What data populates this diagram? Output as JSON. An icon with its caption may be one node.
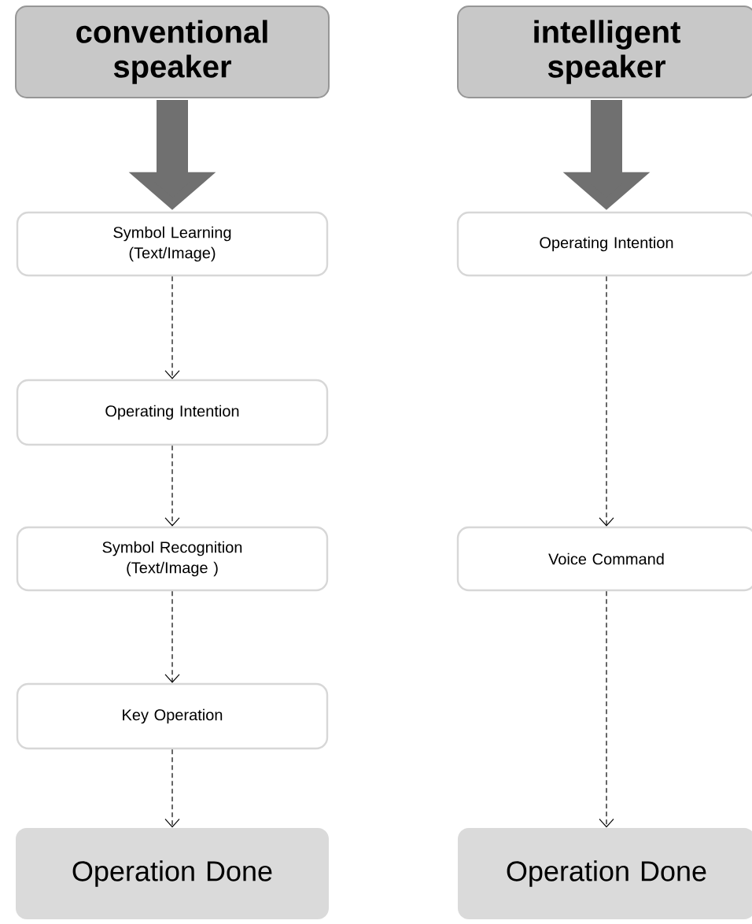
{
  "diagram": {
    "nodes": [
      {
        "text": [
          "conventional speaker"
        ]
      },
      {
        "text": [
          "Symbol Learning (Text/Image)"
        ]
      },
      {
        "text": [
          "Operating Intention"
        ]
      },
      {
        "text": [
          "Symbol Recognition (Text/Image )"
        ]
      },
      {
        "text": [
          "Key Operation"
        ]
      },
      {
        "text": [
          "Operation Done"
        ]
      },
      {
        "text": [
          "intelligent speaker"
        ]
      },
      {
        "text": [
          "Operating Intention"
        ]
      },
      {
        "text": [
          "Voice Command"
        ]
      },
      {
        "text": [
          "Operation Done"
        ]
      }
    ],
    "edges": [
      {
        "from": 0,
        "to": 1,
        "arrow": "to",
        "style": "thick",
        "color": "#707070"
      },
      {
        "from": 1,
        "to": 2,
        "arrow": "to",
        "style": "dashed"
      },
      {
        "from": 2,
        "to": 3,
        "arrow": "to",
        "style": "dashed"
      },
      {
        "from": 3,
        "to": 4,
        "arrow": "to",
        "style": "dashed"
      },
      {
        "from": 4,
        "to": 5,
        "arrow": "to",
        "style": "dashed"
      },
      {
        "from": 6,
        "to": 7,
        "arrow": "to",
        "style": "thick",
        "color": "#707070"
      },
      {
        "from": 7,
        "to": 8,
        "arrow": "to",
        "style": "dashed"
      },
      {
        "from": 8,
        "to": 9,
        "arrow": "to",
        "style": "dashed"
      }
    ]
  }
}
